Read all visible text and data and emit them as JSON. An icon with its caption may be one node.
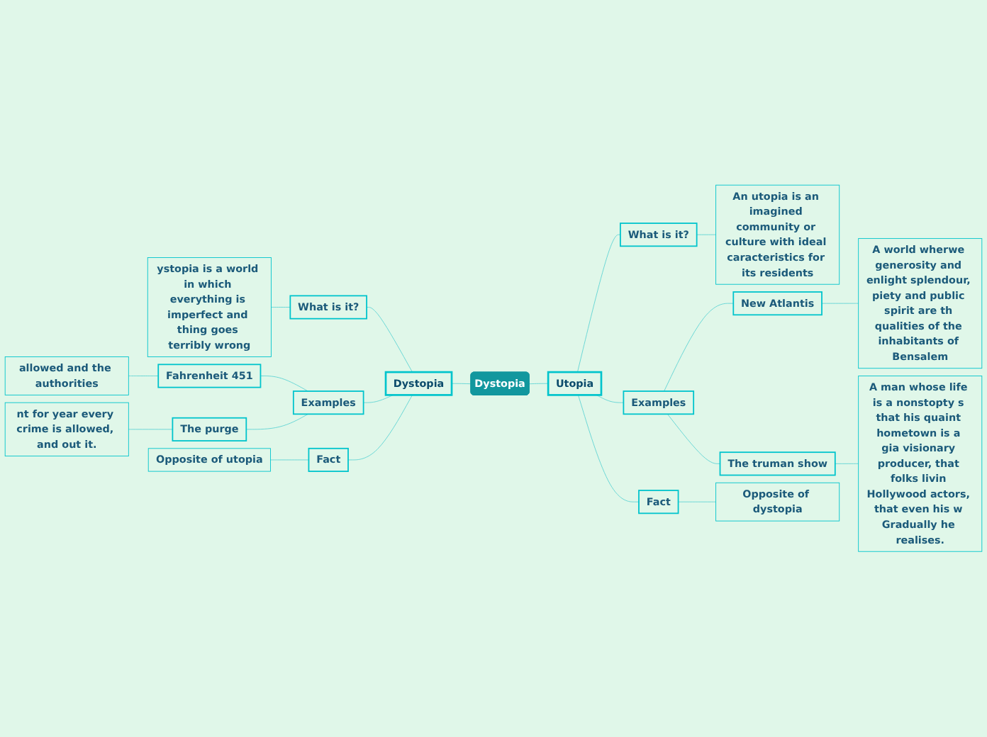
{
  "diagram": {
    "nodes": [
      {
        "text": [
          "Dystopia"
        ]
      },
      {
        "text": [
          "Dystopia"
        ]
      },
      {
        "text": [
          "What is it?"
        ]
      },
      {
        "text": [
          "ystopia is a world in which everything is imperfect and thing goes terribly wrong"
        ]
      },
      {
        "text": [
          "Examples"
        ]
      },
      {
        "text": [
          "Fahrenheit 451"
        ]
      },
      {
        "text": [
          "allowed and the authorities"
        ]
      },
      {
        "text": [
          "The purge"
        ]
      },
      {
        "text": [
          "nt for year every crime is allowed, and out it."
        ]
      },
      {
        "text": [
          "Fact"
        ]
      },
      {
        "text": [
          "Opposite of utopia"
        ]
      },
      {
        "text": [
          "Utopia"
        ]
      },
      {
        "text": [
          "What is it?"
        ]
      },
      {
        "text": [
          "An utopia is an imagined community or culture with ideal caracteristics for its residents"
        ]
      },
      {
        "text": [
          "Examples"
        ]
      },
      {
        "text": [
          "New Atlantis"
        ]
      },
      {
        "text": [
          "A world wherwe generosity and enlight splendour, piety and public spirit are th qualities of the inhabitants of Bensalem"
        ]
      },
      {
        "text": [
          "The truman show"
        ]
      },
      {
        "text": [
          "A man whose life is a nonstopty s that his quaint hometown is a gia visionary producer, that folks livin Hollywood actors, that even his w Gradually he realises."
        ]
      },
      {
        "text": [
          "Fact"
        ]
      },
      {
        "text": [
          "Opposite of dystopia"
        ]
      }
    ],
    "edges": [
      {
        "from": 1,
        "to": 0,
        "arrow": "none"
      },
      {
        "from": 2,
        "to": 1,
        "arrow": "none"
      },
      {
        "from": 3,
        "to": 2,
        "arrow": "none"
      },
      {
        "from": 4,
        "to": 1,
        "arrow": "none"
      },
      {
        "from": 5,
        "to": 4,
        "arrow": "none"
      },
      {
        "from": 6,
        "to": 5,
        "arrow": "none"
      },
      {
        "from": 7,
        "to": 4,
        "arrow": "none"
      },
      {
        "from": 8,
        "to": 7,
        "arrow": "none"
      },
      {
        "from": 9,
        "to": 1,
        "arrow": "none"
      },
      {
        "from": 10,
        "to": 9,
        "arrow": "none"
      },
      {
        "from": 0,
        "to": 11,
        "arrow": "none"
      },
      {
        "from": 11,
        "to": 12,
        "arrow": "none"
      },
      {
        "from": 12,
        "to": 13,
        "arrow": "none"
      },
      {
        "from": 11,
        "to": 14,
        "arrow": "none"
      },
      {
        "from": 14,
        "to": 15,
        "arrow": "none"
      },
      {
        "from": 15,
        "to": 16,
        "arrow": "none"
      },
      {
        "from": 14,
        "to": 17,
        "arrow": "none"
      },
      {
        "from": 17,
        "to": 18,
        "arrow": "none"
      },
      {
        "from": 11,
        "to": 19,
        "arrow": "none"
      },
      {
        "from": 19,
        "to": 20,
        "arrow": "none"
      }
    ]
  }
}
